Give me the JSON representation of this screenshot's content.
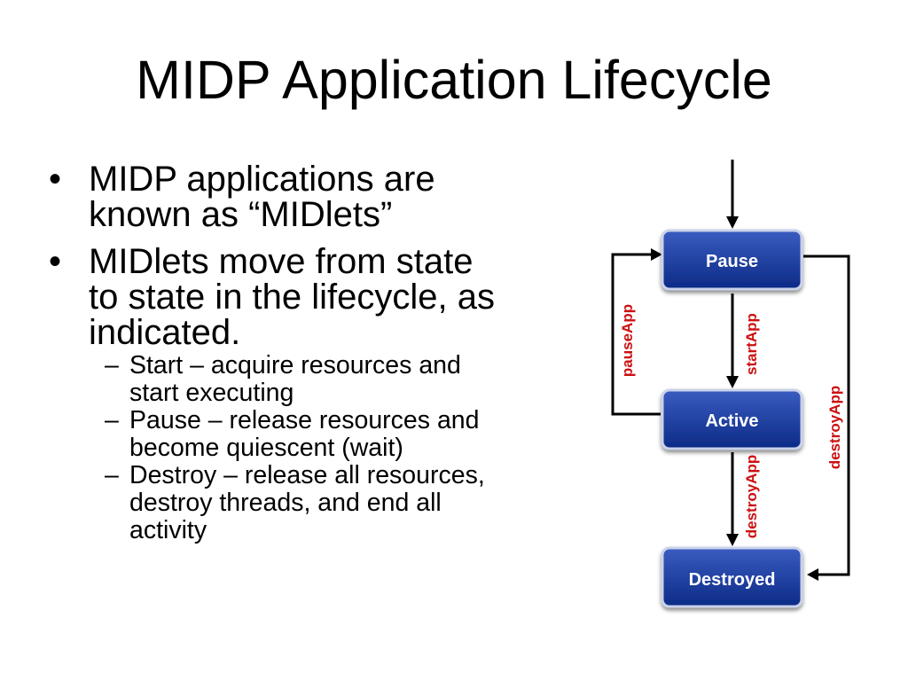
{
  "title": "MIDP Application Lifecycle",
  "bullets": [
    {
      "marker": "•",
      "lines": [
        "MIDP applications are",
        "known as “MIDlets”"
      ]
    },
    {
      "marker": "•",
      "lines": [
        "MIDlets move from state",
        "to state in the lifecycle, as",
        "indicated."
      ]
    }
  ],
  "subbullets": [
    {
      "marker": "–",
      "lines": [
        "Start – acquire resources and",
        "start executing"
      ]
    },
    {
      "marker": "–",
      "lines": [
        "Pause – release resources and",
        "become quiescent (wait)"
      ]
    },
    {
      "marker": "–",
      "lines": [
        "Destroy – release all resources,",
        "destroy threads, and end all",
        "activity"
      ]
    }
  ],
  "diagram": {
    "states": {
      "pause": "Pause",
      "active": "Active",
      "destroyed": "Destroyed"
    },
    "transitions": {
      "pause_app": "pauseApp",
      "start_app": "startApp",
      "destroy_app_from_active": "destroyApp",
      "destroy_app_from_pause": "destroyApp"
    },
    "colors": {
      "state_fill_top": "#3a5cc0",
      "state_fill_bottom": "#0c2a86",
      "state_border": "#c9d2ea",
      "state_text": "#ffffff",
      "transition_label": "#cc1111",
      "arrow": "#000000"
    }
  }
}
